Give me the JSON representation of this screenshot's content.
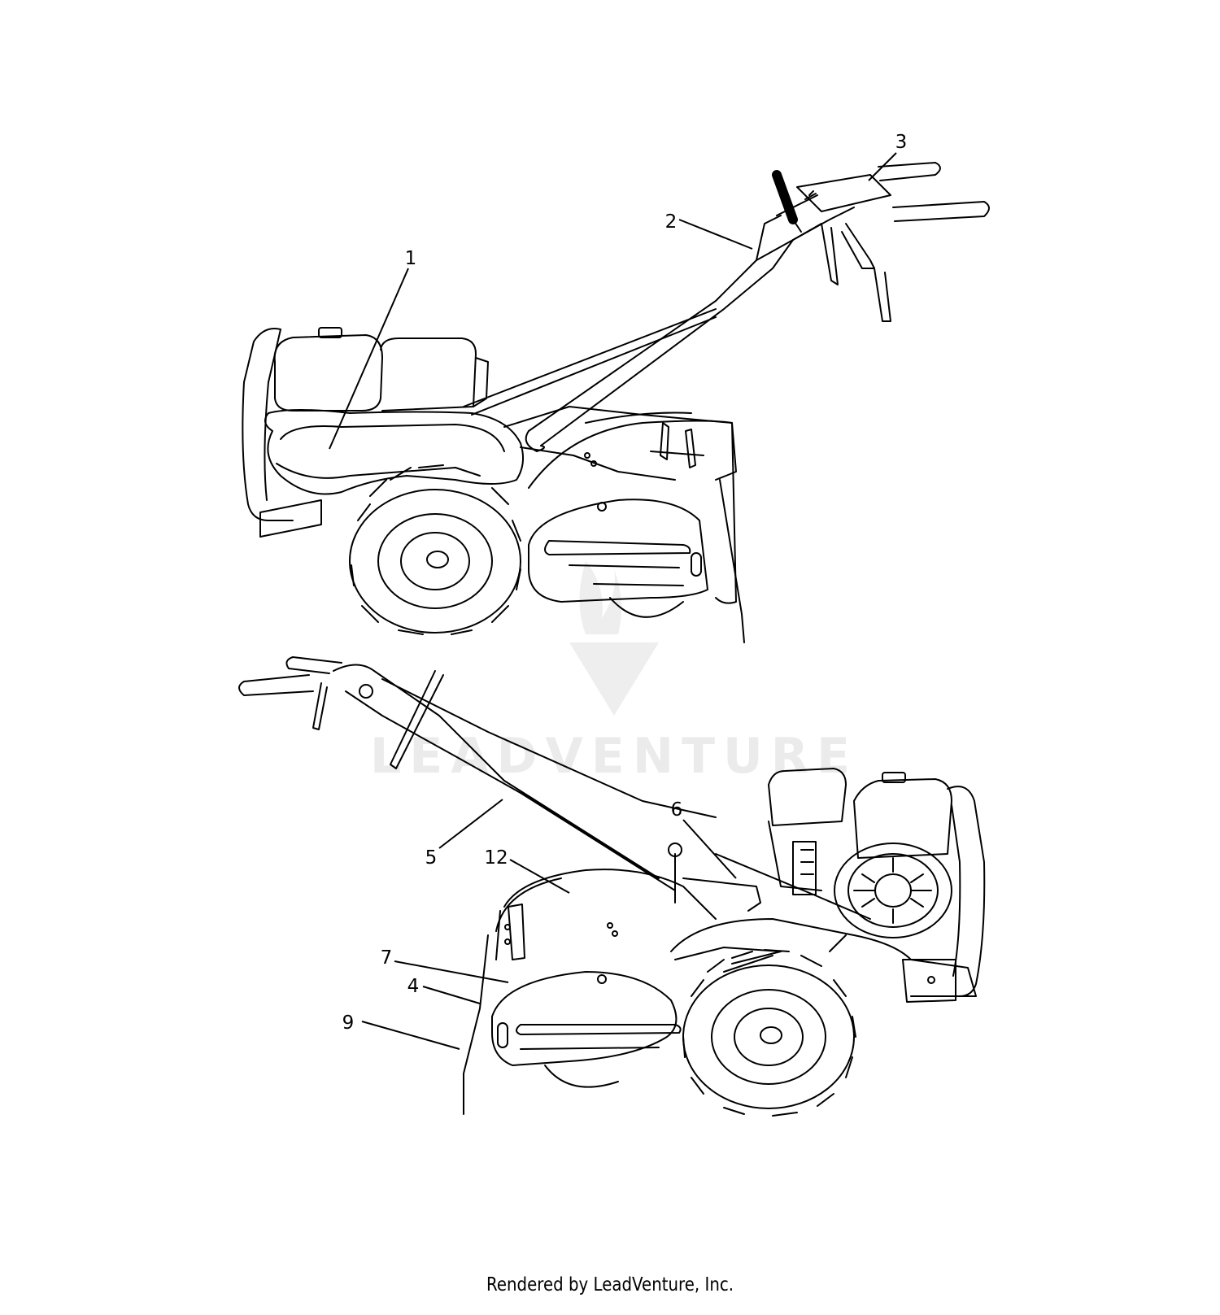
{
  "callouts": [
    {
      "id": "1",
      "label": "1"
    },
    {
      "id": "2",
      "label": "2"
    },
    {
      "id": "3",
      "label": "3"
    },
    {
      "id": "4",
      "label": "4"
    },
    {
      "id": "5",
      "label": "5"
    },
    {
      "id": "6",
      "label": "6"
    },
    {
      "id": "7",
      "label": "7"
    },
    {
      "id": "9",
      "label": "9"
    },
    {
      "id": "12",
      "label": "12"
    }
  ],
  "watermark": {
    "text": "LEADVENTURE",
    "color": "#e8e8e8"
  },
  "footer": {
    "text": "Rendered by LeadVenture, Inc."
  },
  "colors": {
    "line": "#000000",
    "background": "#ffffff",
    "watermark": "#e6e6e6"
  }
}
